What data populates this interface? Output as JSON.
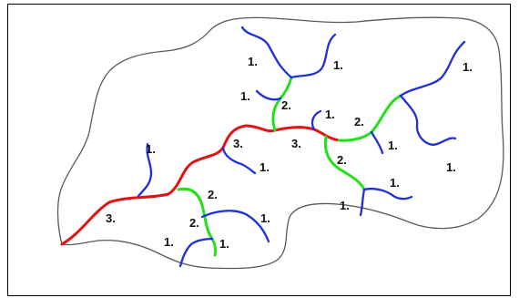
{
  "diagram": {
    "colors": {
      "outline": "#5a5a5a",
      "order_1": "#1f2fdd",
      "order_2": "#22e01a",
      "order_3": "#e41212",
      "label": "#111111"
    },
    "labels": [
      {
        "id": "tl-a",
        "text": "1."
      },
      {
        "id": "tl-b",
        "text": "1."
      },
      {
        "id": "tl-c",
        "text": "1."
      },
      {
        "id": "tl-d",
        "text": "2."
      },
      {
        "id": "tl-e",
        "text": "1."
      },
      {
        "id": "tl-f",
        "text": "3."
      },
      {
        "id": "tl-g",
        "text": "3."
      },
      {
        "id": "tl-h",
        "text": "2."
      },
      {
        "id": "tl-i",
        "text": "1."
      },
      {
        "id": "tl-j",
        "text": "1."
      },
      {
        "id": "tl-k",
        "text": "1."
      },
      {
        "id": "tl-l",
        "text": "1."
      },
      {
        "id": "tl-m",
        "text": "2."
      },
      {
        "id": "tl-n",
        "text": "1."
      },
      {
        "id": "tl-o",
        "text": "1."
      },
      {
        "id": "tl-p",
        "text": "3."
      },
      {
        "id": "tl-q",
        "text": "2."
      },
      {
        "id": "tl-r",
        "text": "1."
      },
      {
        "id": "tl-s",
        "text": "2."
      },
      {
        "id": "tl-t",
        "text": "1."
      },
      {
        "id": "tl-u",
        "text": "1."
      },
      {
        "id": "tl-v",
        "text": "1."
      }
    ]
  }
}
